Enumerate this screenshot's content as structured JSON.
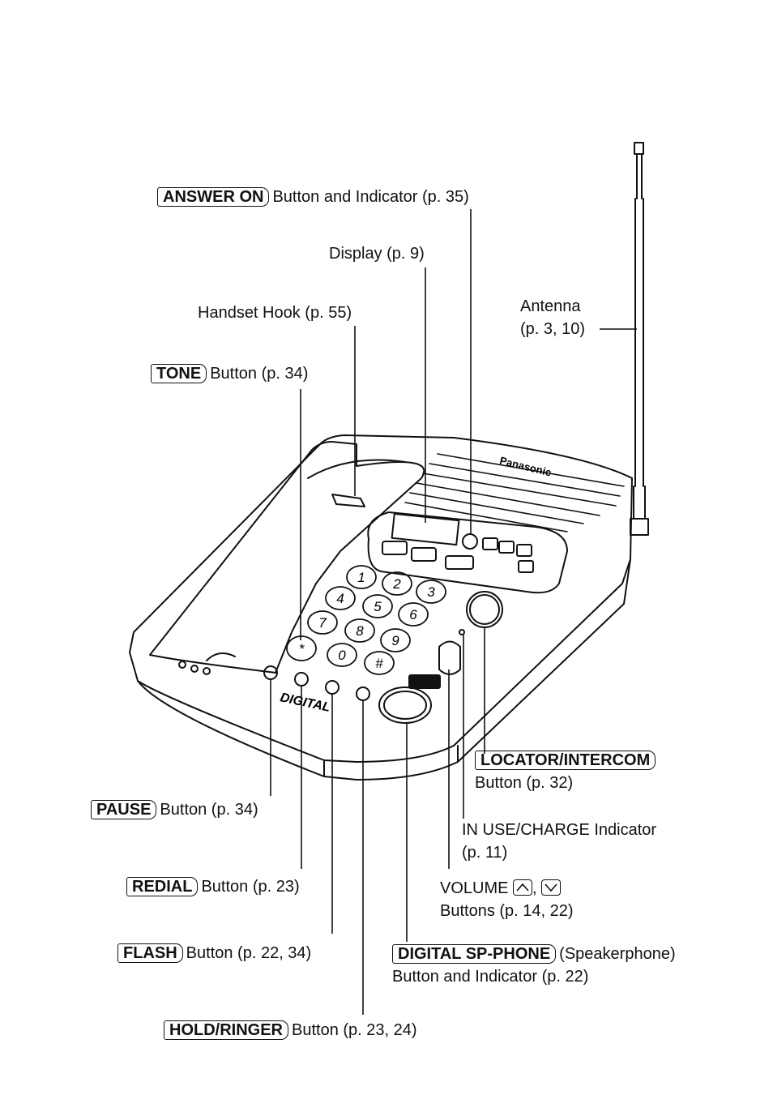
{
  "labels": {
    "answer_on": {
      "key": "ANSWER ON",
      "text": "Button and Indicator (p. 35)"
    },
    "display": {
      "text": "Display (p. 9)"
    },
    "handset_hook": {
      "text": "Handset Hook (p. 55)"
    },
    "antenna": {
      "line1": "Antenna",
      "line2": "(p. 3, 10)"
    },
    "tone": {
      "key": "TONE",
      "text": "Button (p. 34)"
    },
    "locator": {
      "key": "LOCATOR/INTERCOM",
      "line2": "Button (p. 32)"
    },
    "pause": {
      "key": "PAUSE",
      "text": "Button (p. 34)"
    },
    "in_use": {
      "line1": "IN USE/CHARGE Indicator",
      "line2": "(p. 11)"
    },
    "redial": {
      "key": "REDIAL",
      "text": "Button (p. 23)"
    },
    "volume": {
      "line1": "VOLUME",
      "sep": ",",
      "line2": "Buttons (p. 14, 22)",
      "up_icon": "chevron-up-icon",
      "down_icon": "chevron-down-icon"
    },
    "flash": {
      "key": "FLASH",
      "text": "Button (p. 22, 34)"
    },
    "digital_sp": {
      "key": "DIGITAL SP-PHONE",
      "text": "(Speakerphone)",
      "line2": "Button and Indicator (p. 22)"
    },
    "hold": {
      "key": "HOLD/RINGER",
      "text": "Button (p. 23, 24)"
    }
  },
  "device": {
    "brand": "Panasonic",
    "digital_logo": "DIGITAL",
    "keypad": [
      "1",
      "2",
      "3",
      "4",
      "5",
      "6",
      "7",
      "8",
      "9",
      "*",
      "0",
      "#"
    ]
  }
}
